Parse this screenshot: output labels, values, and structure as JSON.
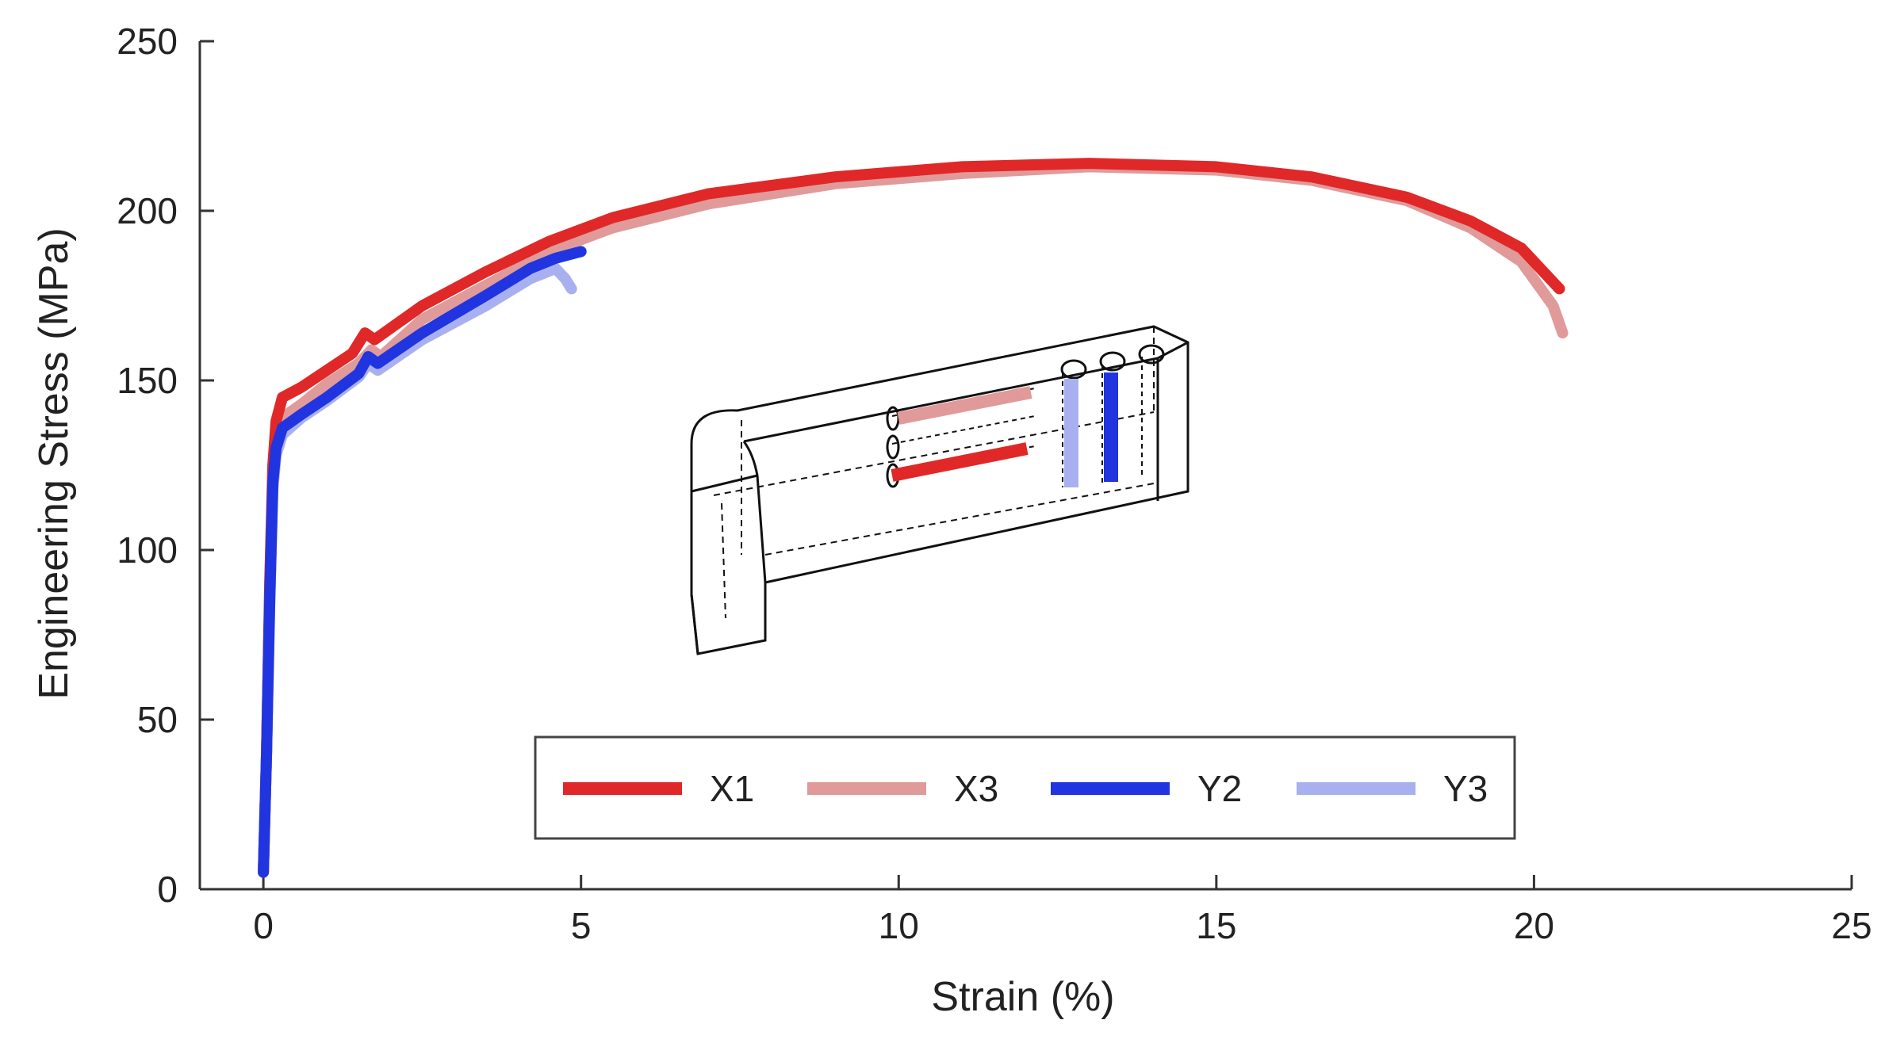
{
  "chart_data": {
    "type": "line",
    "xlabel": "Strain (%)",
    "ylabel": "Engineering Stress (MPa)",
    "xlim": [
      -1,
      25
    ],
    "ylim": [
      0,
      250
    ],
    "xticks": [
      0,
      5,
      10,
      15,
      20,
      25
    ],
    "yticks": [
      0,
      50,
      100,
      150,
      200,
      250
    ],
    "grid": false,
    "legend_position": "bottom-center",
    "inset": "3D sketch of an L-shaped specimen block showing X-direction (horizontal) and Y-direction (vertical) specimen locations",
    "series": [
      {
        "name": "X1",
        "color": "#e02828",
        "points": [
          [
            0,
            5
          ],
          [
            0.05,
            40
          ],
          [
            0.1,
            90
          ],
          [
            0.15,
            125
          ],
          [
            0.2,
            138
          ],
          [
            0.3,
            145
          ],
          [
            0.6,
            148
          ],
          [
            1.0,
            153
          ],
          [
            1.4,
            158
          ],
          [
            1.6,
            164
          ],
          [
            1.75,
            162
          ],
          [
            2.5,
            172
          ],
          [
            3.5,
            182
          ],
          [
            4.5,
            191
          ],
          [
            5.5,
            198
          ],
          [
            7,
            205
          ],
          [
            9,
            210
          ],
          [
            11,
            213
          ],
          [
            13,
            214
          ],
          [
            15,
            213
          ],
          [
            16.5,
            210
          ],
          [
            18,
            204
          ],
          [
            19,
            197
          ],
          [
            19.8,
            189
          ],
          [
            20.4,
            177
          ]
        ]
      },
      {
        "name": "X3",
        "color": "#e09a9a",
        "points": [
          [
            0,
            5
          ],
          [
            0.05,
            40
          ],
          [
            0.1,
            88
          ],
          [
            0.15,
            122
          ],
          [
            0.2,
            133
          ],
          [
            0.3,
            139
          ],
          [
            0.6,
            143
          ],
          [
            1.0,
            149
          ],
          [
            1.5,
            155
          ],
          [
            1.7,
            159
          ],
          [
            1.85,
            157
          ],
          [
            2.5,
            168
          ],
          [
            3.5,
            178
          ],
          [
            4.5,
            188
          ],
          [
            5.5,
            195
          ],
          [
            7,
            202
          ],
          [
            9,
            208
          ],
          [
            11,
            211
          ],
          [
            13,
            213
          ],
          [
            15,
            212
          ],
          [
            16.5,
            209
          ],
          [
            18,
            203
          ],
          [
            19,
            195
          ],
          [
            19.8,
            185
          ],
          [
            20.3,
            172
          ],
          [
            20.45,
            164
          ]
        ]
      },
      {
        "name": "Y2",
        "color": "#2035e0",
        "points": [
          [
            0,
            5
          ],
          [
            0.05,
            40
          ],
          [
            0.1,
            85
          ],
          [
            0.15,
            120
          ],
          [
            0.2,
            130
          ],
          [
            0.3,
            136
          ],
          [
            0.6,
            140
          ],
          [
            1.0,
            145
          ],
          [
            1.5,
            152
          ],
          [
            1.65,
            157
          ],
          [
            1.8,
            155
          ],
          [
            2.5,
            164
          ],
          [
            3.5,
            175
          ],
          [
            4.2,
            183
          ],
          [
            4.6,
            186
          ],
          [
            5.0,
            188
          ]
        ]
      },
      {
        "name": "Y3",
        "color": "#a8b0f0",
        "points": [
          [
            0,
            5
          ],
          [
            0.05,
            40
          ],
          [
            0.1,
            83
          ],
          [
            0.15,
            118
          ],
          [
            0.2,
            128
          ],
          [
            0.3,
            134
          ],
          [
            0.6,
            139
          ],
          [
            1.0,
            144
          ],
          [
            1.5,
            151
          ],
          [
            1.65,
            155
          ],
          [
            1.8,
            153
          ],
          [
            2.5,
            162
          ],
          [
            3.5,
            172
          ],
          [
            4.2,
            180
          ],
          [
            4.6,
            183
          ],
          [
            4.75,
            180
          ],
          [
            4.85,
            177
          ]
        ]
      }
    ]
  }
}
